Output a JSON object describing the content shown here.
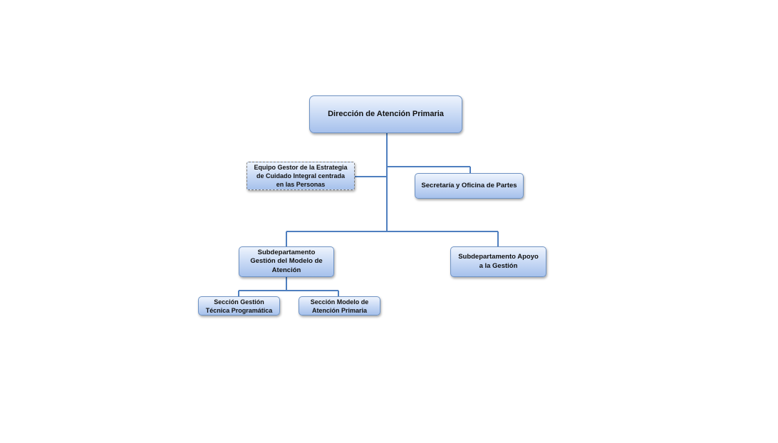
{
  "diagram": {
    "nodes": {
      "direccion": "Dirección de Atención Primaria",
      "equipo_gestor": "Equipo Gestor de la Estrategia\nde Cuidado Integral centrada\nen las Personas",
      "secretaria": "Secretaría y Oficina de Partes",
      "subdepto_gestion_modelo": "Subdepartamento\nGestión del Modelo de\nAtención",
      "subdepto_apoyo": "Subdepartamento Apoyo\na la Gestión",
      "seccion_tecnica": "Sección Gestión\nTécnica Programática",
      "seccion_modelo": "Sección Modelo de\nAtención Primaria"
    },
    "line_color": "#4f7fbf",
    "box_color": "#a6c1ec"
  }
}
